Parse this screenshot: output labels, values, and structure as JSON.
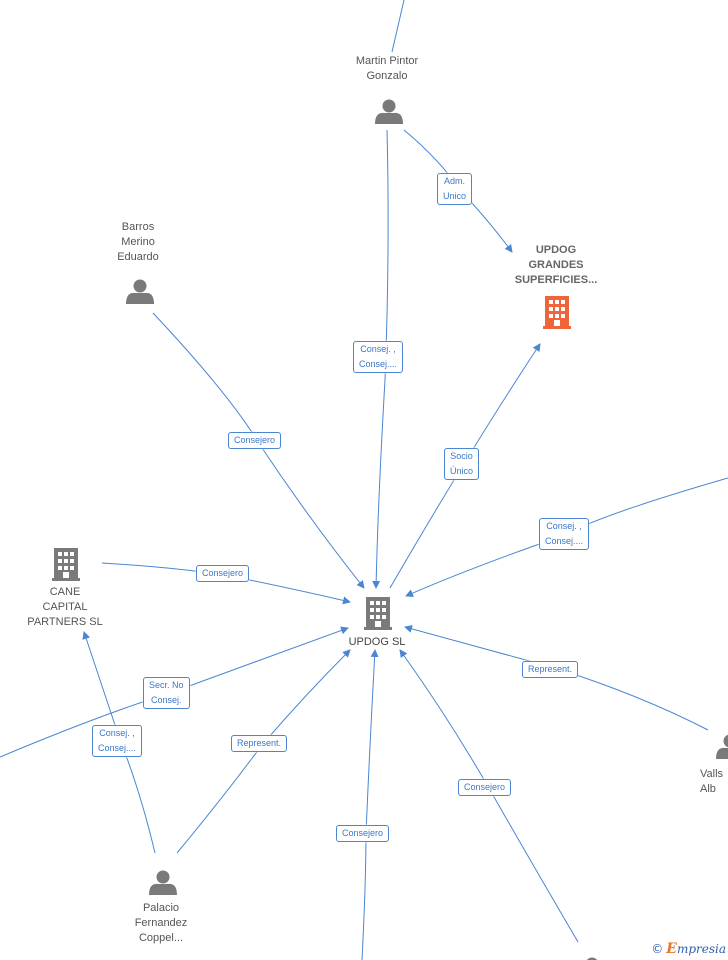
{
  "nodes": {
    "updog_sl": {
      "label": "UPDOG  SL",
      "icon": "building-icon",
      "color": "#7a7a7a"
    },
    "updog_grandes": {
      "label": "UPDOG\nGRANDES\nSUPERFICIES...",
      "icon": "building-icon",
      "color": "#f0643a"
    },
    "cane_capital": {
      "label": "CANE\nCAPITAL\nPARTNERS  SL",
      "icon": "building-icon",
      "color": "#7a7a7a"
    },
    "martin_pintor": {
      "label": "Martin Pintor\nGonzalo",
      "icon": "person-icon",
      "color": "#7a7a7a"
    },
    "barros_merino": {
      "label": "Barros\nMerino\nEduardo",
      "icon": "person-icon",
      "color": "#7a7a7a"
    },
    "palacio_fernandez": {
      "label": "Palacio\nFernandez\nCoppel...",
      "icon": "person-icon",
      "color": "#7a7a7a"
    },
    "valls_partial": {
      "label": "Valls\nAlb",
      "icon": "person-icon",
      "color": "#7a7a7a"
    }
  },
  "edges": {
    "adm_unico": "Adm.\nUnico",
    "consej_martin": "Consej. ,\nConsej....",
    "socio_unico": "Socio\nÚnico",
    "consejero_barros": "Consejero",
    "consej_right": "Consej. ,\nConsej....",
    "consejero_cane": "Consejero",
    "represent_valls": "Represent.",
    "secr_no_consej": "Secr.  No\nConsej.",
    "consej_left": "Consej. ,\nConsej....",
    "represent_palacio": "Represent.",
    "consejero_bottom": "Consejero",
    "consejero_bottom_right": "Consejero"
  },
  "colors": {
    "edge": "#4a86d1",
    "node": "#7a7a7a",
    "highlight": "#f0643a"
  },
  "brand": {
    "copyright": "©",
    "name": "mpresia",
    "initial": "E"
  }
}
